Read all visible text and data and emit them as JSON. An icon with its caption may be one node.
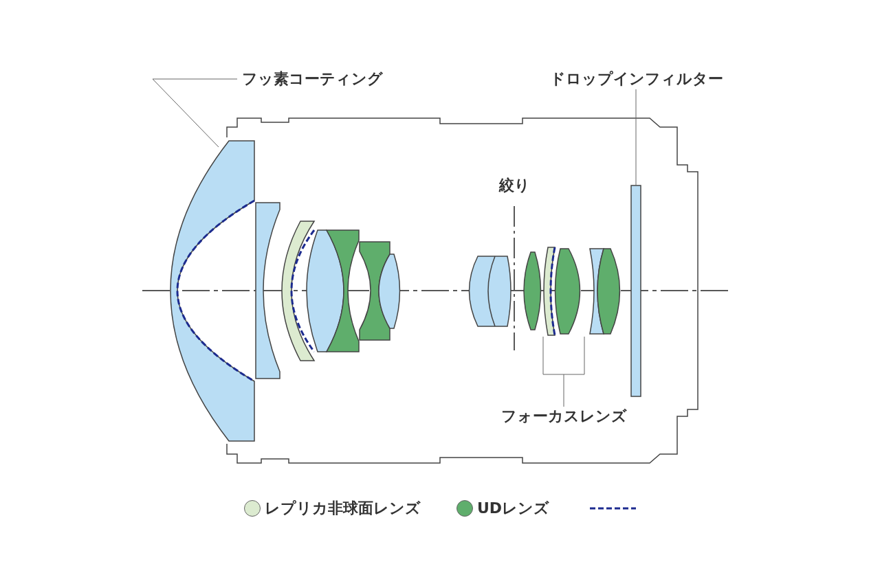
{
  "diagram": {
    "nodes": [
      {
        "text": [
          "フッ素コーティング"
        ]
      },
      {
        "text": [],
        "shape": "lens"
      },
      {
        "text": [
          "ドロップインフィルター"
        ]
      },
      {
        "text": [],
        "shape": "bar"
      },
      {
        "text": [
          "フォーカスレンズ"
        ]
      },
      {
        "text": [],
        "shape": "lens"
      }
    ],
    "edges": [
      {
        "from": 0,
        "to": 1,
        "arrow": "none"
      },
      {
        "from": 2,
        "to": 3,
        "arrow": "none"
      },
      {
        "from": 4,
        "to": 5,
        "arrow": "none"
      }
    ],
    "labels": [
      "絞り"
    ],
    "legend": [
      {
        "text": "レプリカ非球面レンズ",
        "color": "#dcebd0"
      },
      {
        "text": "UDレンズ",
        "color": "#5fae6c"
      }
    ]
  }
}
